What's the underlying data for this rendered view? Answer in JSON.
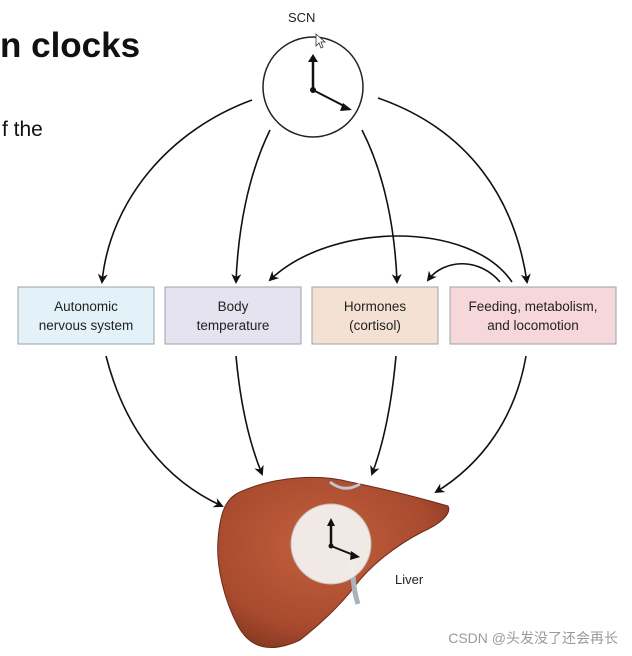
{
  "slide": {
    "title_fragment": "n clocks",
    "text_fragment": "f the"
  },
  "diagram": {
    "source_label": "SCN",
    "target_label": "Liver",
    "boxes": [
      {
        "line1": "Autonomic",
        "line2": "nervous system",
        "color": "#e3f1f8"
      },
      {
        "line1": "Body",
        "line2": "temperature",
        "color": "#e4e3ef"
      },
      {
        "line1": "Hormones",
        "line2": "(cortisol)",
        "color": "#f4e1d3"
      },
      {
        "line1": "Feeding, metabolism,",
        "line2": "and locomotion",
        "color": "#f7d8da"
      }
    ]
  },
  "watermark": "CSDN @头发没了还会再长"
}
